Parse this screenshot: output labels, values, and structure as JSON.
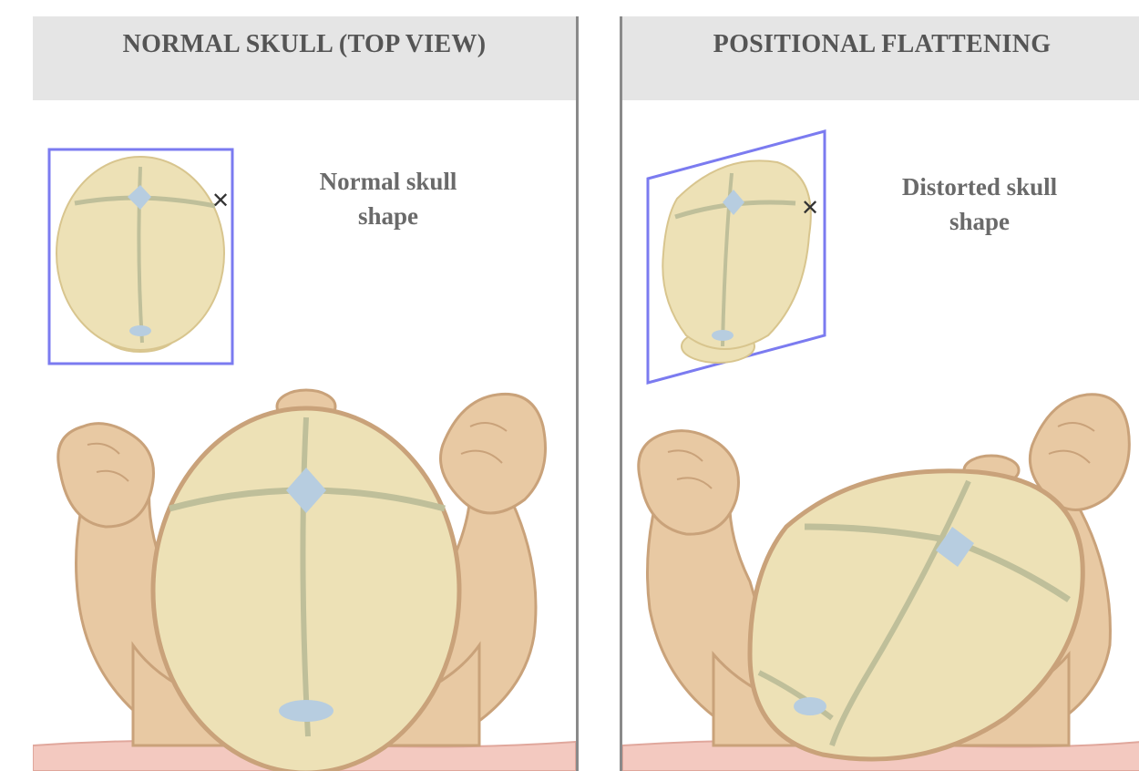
{
  "panels": [
    {
      "title": "NORMAL SKULL (TOP VIEW)",
      "caption_line1": "Normal skull",
      "caption_line2": "shape"
    },
    {
      "title": "POSITIONAL FLATTENING",
      "caption_line1": "Distorted skull",
      "caption_line2": "shape"
    }
  ],
  "colors": {
    "skull": "#ede1b6",
    "suture": "#bfbf9a",
    "fontanelle": "#b7cde0",
    "skin": "#e8c9a3",
    "outline": "#c9a27a",
    "frame": "#7b7bf0",
    "mattress": "#f3c9c0"
  }
}
